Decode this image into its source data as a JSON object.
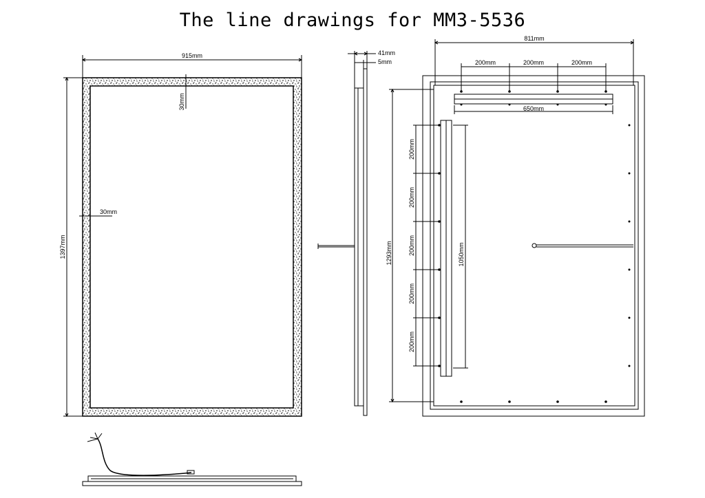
{
  "title": "The line drawings for MM3-5536",
  "front_view": {
    "width_label": "915mm",
    "height_label": "1397mm",
    "border_top_label": "30mm",
    "border_side_label": "30mm"
  },
  "side_view": {
    "depth_label": "41mm",
    "glass_label": "5mm"
  },
  "back_view": {
    "width_label": "811mm",
    "height_label": "1293mm",
    "top_spacing_labels": [
      "200mm",
      "200mm",
      "200mm"
    ],
    "inner_width_label": "650mm",
    "inner_height_label": "1050mm",
    "left_spacing_labels": [
      "200mm",
      "200mm",
      "200mm",
      "200mm",
      "200mm"
    ]
  },
  "colors": {
    "line": "#000000",
    "border_texture": "#444444"
  }
}
